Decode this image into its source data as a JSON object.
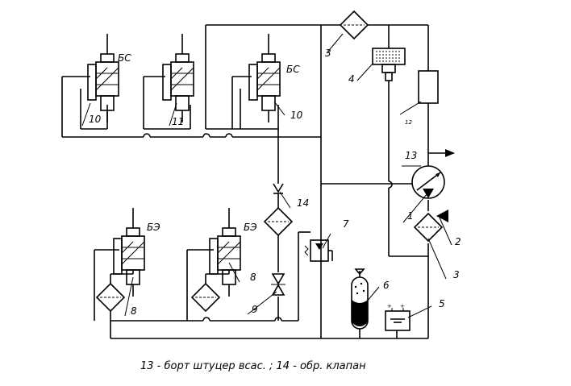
{
  "labels": {
    "bs_top_left": "БС",
    "bs_top_right": "БС",
    "be_left": "БЭ",
    "be_right": "БЭ",
    "n10_left": "10",
    "n11": "11",
    "n10_right": "10",
    "n3_top": "3",
    "n4": "4",
    "n12": "12",
    "n13": "13",
    "n14": "14",
    "n1": "1",
    "n2": "2",
    "n3_bottom": "3",
    "n7": "7",
    "n6": "6",
    "n5": "5",
    "n8_left": "8",
    "n8_right": "8",
    "n9": "9"
  },
  "caption": "13 - борт штуцер всас. ; 14 - обр. клапан",
  "colors": {
    "ink": "#000000",
    "background": "#ffffff"
  }
}
